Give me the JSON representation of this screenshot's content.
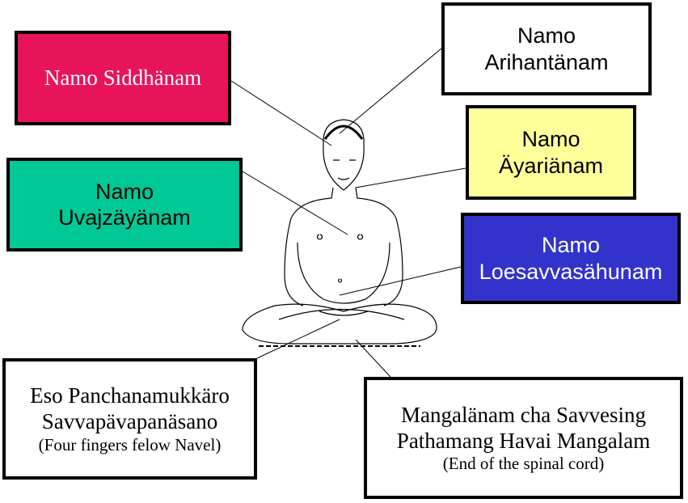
{
  "colors": {
    "siddhanam": "#E8145A",
    "arihantanam": "#FFFFFF",
    "ayarianam": "#FFFF99",
    "uvajzayanam": "#00C896",
    "loesavvasahunam": "#3333CC"
  },
  "boxes": {
    "siddhanam": {
      "line1": "Namo Siddhänam"
    },
    "arihantanam": {
      "line1": "Namo",
      "line2": "Arihantänam"
    },
    "ayarianam": {
      "line1": "Namo",
      "line2": "Äyariänam"
    },
    "uvajzayanam": {
      "line1": "Namo",
      "line2": "Uvajzäyänam"
    },
    "loesavvasahunam": {
      "line1": "Namo",
      "line2": "Loesavvasähunam"
    },
    "eso": {
      "line1": "Eso Panchanamukkäro",
      "line2": "Savvapävapanäsano",
      "note": "(Four fingers felow Navel)"
    },
    "mangalanam": {
      "line1": "Mangalänam cha Savvesing",
      "line2": "Pathamang Havai Mangalam",
      "note": "(End of the spinal cord)"
    }
  }
}
